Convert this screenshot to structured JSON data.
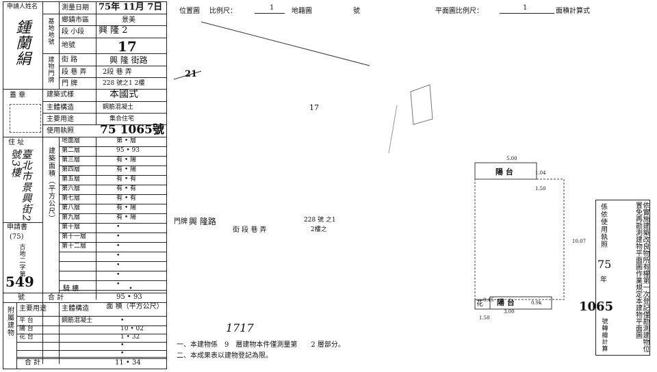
{
  "applicant": {
    "label": "申請人姓名",
    "name": "鍾蘭絹"
  },
  "survey": {
    "date_label": "測量日期",
    "date_value": "75年 11月 7日",
    "city_label": "鄉鎮市區",
    "city_value": "景美",
    "section_label": "段 小段",
    "section_value": "興 隆 2",
    "land_no_label": "地號",
    "land_no_value": "17",
    "street_label": "街 路",
    "street_value": "興 隆 街路",
    "lane_label": "段 巷 弄",
    "lane_value": "2段 巷 弄",
    "door_label": "門 牌",
    "door_value": "228 號之1 2樓",
    "base_land_label": "基地地號",
    "door_plate_label": "建物門牌"
  },
  "seal": {
    "label": "蓋 章"
  },
  "building": {
    "style_label": "建築式樣",
    "style_value": "本國式",
    "structure_label": "主體構造",
    "structure_value": "鋼筋混凝土",
    "use_label": "主要用途",
    "use_value": "集合住宅",
    "license_label": "使用執照",
    "license_value": "75 1065號"
  },
  "address": {
    "label": "住 址",
    "value": "臺北市景興街2號3樓"
  },
  "floors": {
    "group_label": "建築面積（平方公尺）",
    "rows": [
      {
        "label": "地面層",
        "value": "第 • 層"
      },
      {
        "label": "第二層",
        "value": "95 • 93"
      },
      {
        "label": "第三層",
        "value": "有 • 陽"
      },
      {
        "label": "第四層",
        "value": "有 • 陽"
      },
      {
        "label": "第五層",
        "value": "有 • 有"
      },
      {
        "label": "第六層",
        "value": "有 • 有"
      },
      {
        "label": "第七層",
        "value": "有 • 有"
      },
      {
        "label": "第八層",
        "value": "有 • 陽"
      },
      {
        "label": "第九層",
        "value": "有 • 陽"
      },
      {
        "label": "第十層",
        "value": "•"
      },
      {
        "label": "第十一層",
        "value": "•"
      },
      {
        "label": "第十二層",
        "value": "•"
      },
      {
        "label": "",
        "value": "•"
      },
      {
        "label": "",
        "value": "•"
      },
      {
        "label": "",
        "value": "•"
      },
      {
        "label": "",
        "value": "•"
      }
    ],
    "balcony_label": "騎 樓",
    "balcony_value": "•",
    "total_label": "合 計",
    "total_value": "95 • 93"
  },
  "application": {
    "label": "申請書",
    "year": "(75)",
    "word_label": "古地二字第",
    "number": "549",
    "suffix": "號"
  },
  "annex": {
    "label": "附屬建物",
    "use_label": "主要用途",
    "struct_label": "主體構造",
    "area_label": "面 積（平方公尺）",
    "rows": [
      {
        "use": "平 台",
        "struct": "鋼筋混凝土",
        "area": "•"
      },
      {
        "use": "陽 台",
        "struct": "",
        "area": "10 • 02"
      },
      {
        "use": "花 台",
        "struct": "",
        "area": "1 • 32"
      },
      {
        "use": "",
        "struct": "",
        "area": "•"
      },
      {
        "use": "",
        "struct": "",
        "area": "•"
      }
    ],
    "total_label": "合 計",
    "total_value": "11 • 34"
  },
  "header": {
    "location_map": "位置圖",
    "scale_label": "比例尺：",
    "scale_value": "1",
    "cadastral": "地籍圖",
    "number_label": "號",
    "plan_scale": "平面圖比例尺：",
    "plan_scale_value": "1",
    "area_calc": "面積計算式"
  },
  "map": {
    "parcel_21": "21",
    "parcel_17": "17",
    "door_label": "門牌",
    "door_road": "興 隆路",
    "door_detail": "街 段 巷 弄",
    "door_num": "228 號 之1",
    "door_floor": "2樓之"
  },
  "plan": {
    "balcony_top": "陽 台",
    "balcony_bottom": "陽 台",
    "flower": "花",
    "dim_top": "5.00",
    "dim_side": "1.04",
    "dim_right": "10.07",
    "dim_bottom": "3.00",
    "dim_bottom2": "1.50",
    "dim_left": "1.50",
    "dim_b1": "0.45",
    "dim_b2": "0.9k"
  },
  "notes": {
    "line1": "一、本建物係　9　層建物本件僅測量第　　2 層部分。",
    "line2": "二、本成果表以建物登記為限。",
    "floor_count": "9",
    "floor_part": "2",
    "signature": "1717"
  },
  "stamp": {
    "left_text": "依實施建築改良物所有權第一次登記僅勘測建物位置免再勘測建物平面圖作業規定本建物平面圖",
    "right_text": "係依使用執照",
    "year": "75",
    "year_suffix": "年",
    "license": "1065",
    "license_suffix": "號轉繪計算"
  }
}
